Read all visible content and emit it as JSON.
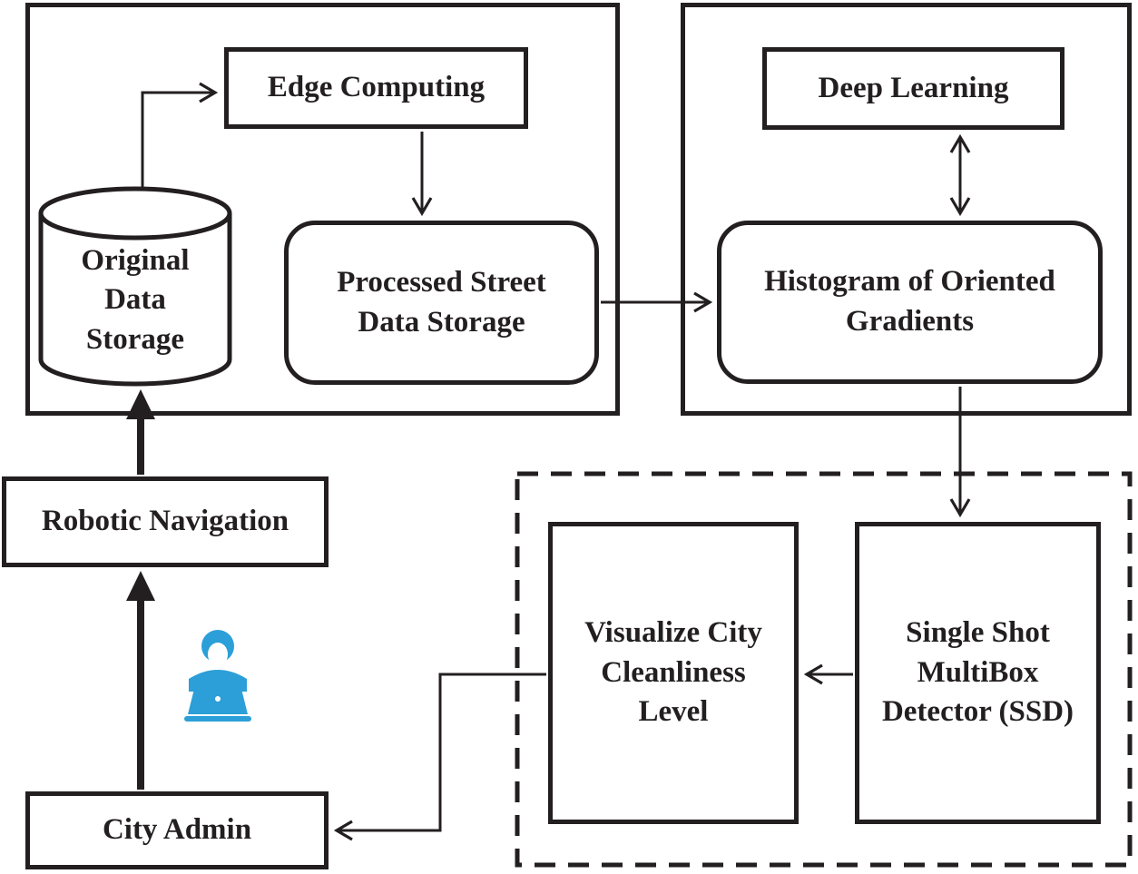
{
  "diagram": {
    "title": "Smart city cleanliness system architecture flowchart",
    "nodes": {
      "edge_computing": {
        "label": "Edge Computing"
      },
      "original_storage": {
        "label": "Original\nData\nStorage"
      },
      "processed_street": {
        "label": "Processed Street\nData Storage"
      },
      "deep_learning": {
        "label": "Deep Learning"
      },
      "hog": {
        "label": "Histogram of Oriented\nGradients"
      },
      "robotic_nav": {
        "label": "Robotic Navigation"
      },
      "city_admin": {
        "label": "City Admin"
      },
      "visualize_city": {
        "label": "Visualize City\nCleanliness\nLevel"
      },
      "ssd": {
        "label": "Single Shot\nMultiBox\nDetector (SSD)"
      }
    },
    "icons": {
      "person": "person-at-laptop-icon"
    },
    "colors": {
      "stroke": "#231f20",
      "background": "#ffffff",
      "person_icon": "#2c9fd8"
    }
  }
}
